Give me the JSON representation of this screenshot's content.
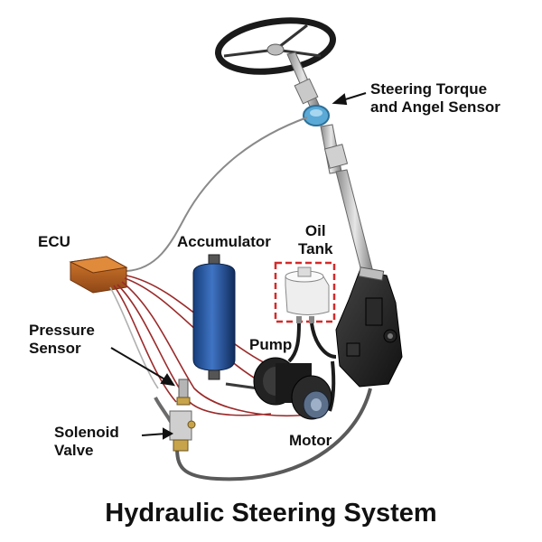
{
  "title": "Hydraulic Steering System",
  "labels": {
    "sensor": [
      "Steering Torque",
      "and Angel Sensor"
    ],
    "ecu": "ECU",
    "accumulator": "Accumulator",
    "oil_tank": [
      "Oil",
      "Tank"
    ],
    "pressure_sensor": [
      "Pressure",
      "Sensor"
    ],
    "pump": "Pump",
    "solenoid_valve": [
      "Solenoid",
      "Valve"
    ],
    "motor": "Motor"
  },
  "colors": {
    "ecu": "#b8621f",
    "accumulator": "#1f4f9e",
    "oil_tank_highlight": "#d42a2a",
    "sensor": "#5aa9d6",
    "wire_red": "#9b2a2a",
    "hose": "#555555"
  }
}
